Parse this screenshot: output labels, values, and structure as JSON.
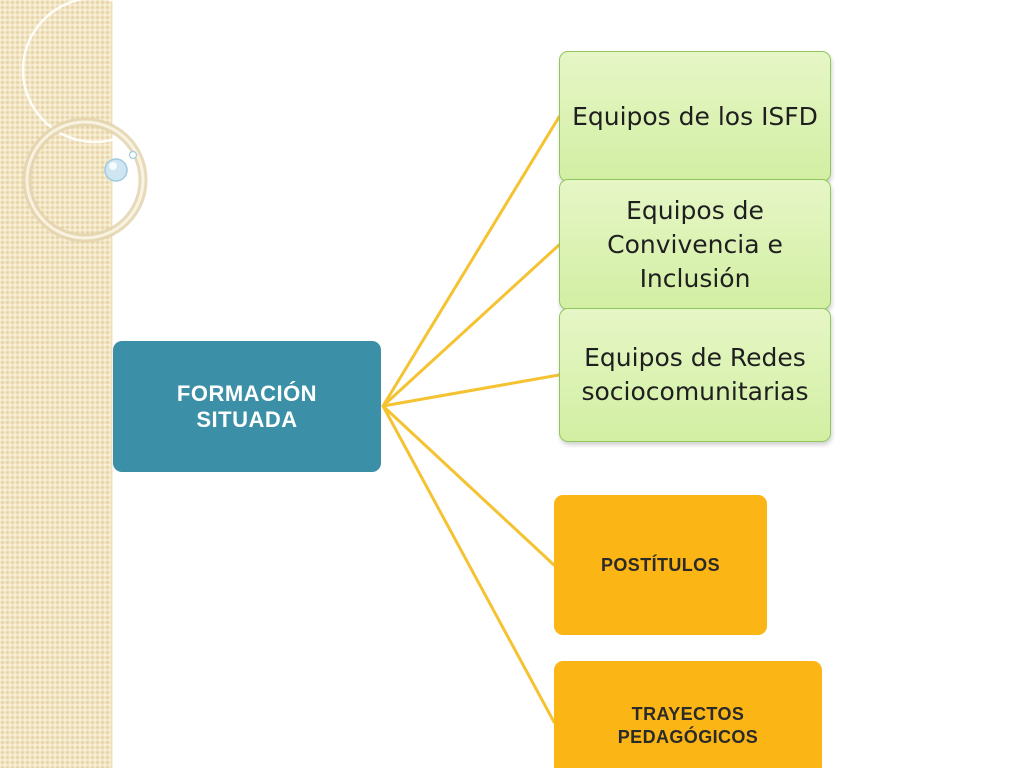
{
  "diagram": {
    "root": {
      "label": "FORMACIÓN SITUADA",
      "color": "#3b8fa6"
    },
    "children": [
      {
        "id": "isfd",
        "label": "Equipos de los ISFD",
        "color": "#d9f2b0"
      },
      {
        "id": "convivencia",
        "label": "Equipos de Convivencia e Inclusión",
        "color": "#d9f2b0"
      },
      {
        "id": "redes",
        "label": "Equipos de Redes sociocomunitarias",
        "color": "#d9f2b0"
      },
      {
        "id": "postitulos",
        "label": "POSTÍTULOS",
        "color": "#fbb514"
      },
      {
        "id": "trayectos",
        "label": "TRAYECTOS PEDAGÓGICOS",
        "color": "#fbb514"
      }
    ],
    "connector_color": "#f5c231"
  }
}
